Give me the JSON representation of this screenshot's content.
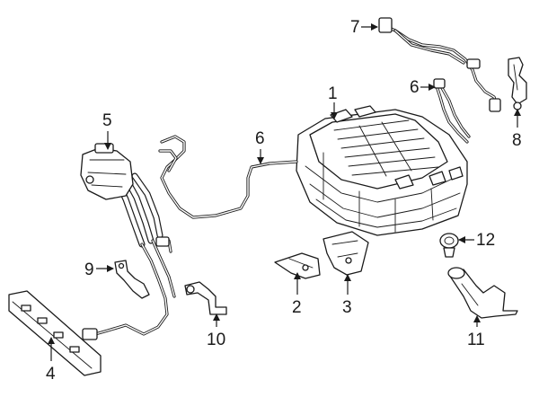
{
  "callouts": [
    {
      "id": "1",
      "label": "1"
    },
    {
      "id": "2",
      "label": "2"
    },
    {
      "id": "3",
      "label": "3"
    },
    {
      "id": "4",
      "label": "4"
    },
    {
      "id": "5",
      "label": "5"
    },
    {
      "id": "6a",
      "label": "6"
    },
    {
      "id": "6b",
      "label": "6"
    },
    {
      "id": "7",
      "label": "7"
    },
    {
      "id": "8",
      "label": "8"
    },
    {
      "id": "9",
      "label": "9"
    },
    {
      "id": "10",
      "label": "10"
    },
    {
      "id": "11",
      "label": "11"
    },
    {
      "id": "12",
      "label": "12"
    }
  ]
}
